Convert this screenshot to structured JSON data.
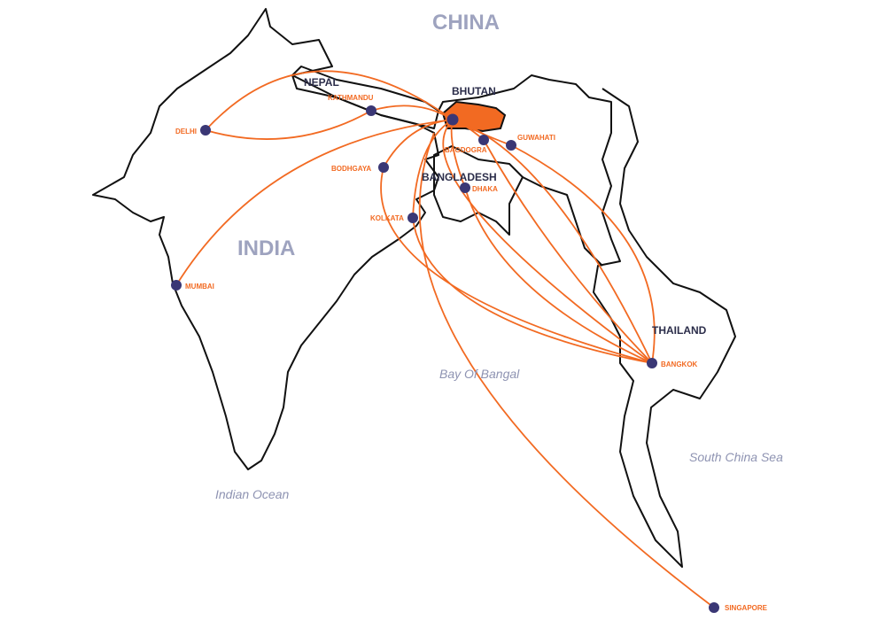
{
  "countries": {
    "china": "CHINA",
    "india": "INDIA",
    "nepal": "NEPAL",
    "bhutan": "BHUTAN",
    "bangladesh": "BANGLADESH",
    "thailand": "THAILAND"
  },
  "seas": {
    "bay": "Bay Of Bangal",
    "indian": "Indian Ocean",
    "scs": "South China Sea"
  },
  "cities": [
    "DELHI",
    "KATHMANDU",
    "MUMBAI",
    "BODHGAYA",
    "KOLKATA",
    "DHAKA",
    "BAGDOGRA",
    "GUWAHATI",
    "BANGKOK",
    "SINGAPORE"
  ],
  "colors": {
    "route": "#f26a22",
    "dot": "#3a3775",
    "bhutan": "#f26a22"
  }
}
